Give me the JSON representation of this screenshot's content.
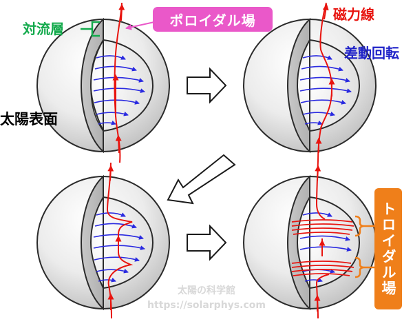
{
  "labels": {
    "convection": "対流層",
    "surface": "太陽表面",
    "field_line": "磁力線",
    "differential_rotation": "差動回転",
    "poloidal_field": "ポロイダル場",
    "toroidal_field": "トロイダル場"
  },
  "credit": {
    "site_name": "太陽の科学館",
    "url": "https://solarphys.com"
  },
  "colors": {
    "field_line": "#e8140f",
    "rotation_arrows": "#2a2ae0",
    "convection_label": "#12a94b",
    "poloidal_box": "#ea58c9",
    "toroidal_box": "#ef7f1a",
    "bracket": "#ef7f1a",
    "sphere_shell": "#dadada",
    "interior": "#f2f2f2"
  },
  "panels": [
    {
      "id": "initial-poloidal",
      "stage": 1
    },
    {
      "id": "winding-begins",
      "stage": 2
    },
    {
      "id": "further-winding",
      "stage": 3
    },
    {
      "id": "toroidal-formed",
      "stage": 4
    }
  ],
  "flow_arrows": [
    "right",
    "down-left",
    "right"
  ]
}
